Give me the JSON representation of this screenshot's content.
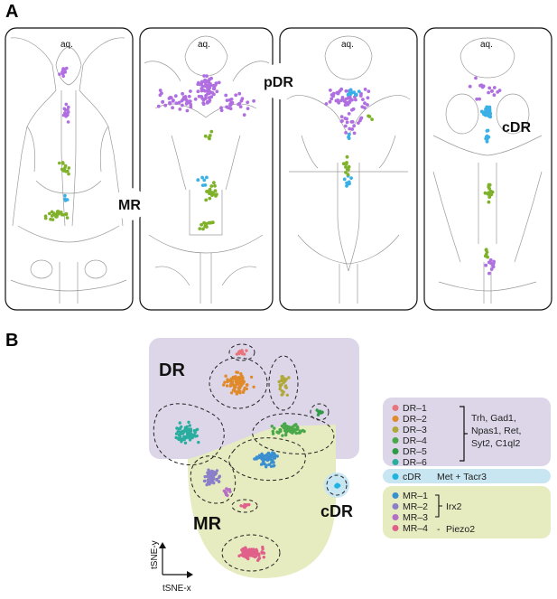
{
  "panels": {
    "a": "A",
    "b": "B"
  },
  "sections": [
    {
      "aq": "aq."
    },
    {
      "aq": "aq.",
      "region": "pDR"
    },
    {
      "aq": "aq."
    },
    {
      "aq": "aq.",
      "region": "cDR"
    }
  ],
  "mr_label": "MR",
  "tsne": {
    "dr_label": "DR",
    "mr_label": "MR",
    "cdr_label": "cDR",
    "x_axis": "tSNE-x",
    "y_axis": "tSNE-y"
  },
  "legend": {
    "dr_items": [
      {
        "label": "DR–1",
        "color": "#e8747c"
      },
      {
        "label": "DR–2",
        "color": "#e08a2a"
      },
      {
        "label": "DR–3",
        "color": "#b0a93a"
      },
      {
        "label": "DR–4",
        "color": "#4aa84a"
      },
      {
        "label": "DR–5",
        "color": "#2e9a46"
      },
      {
        "label": "DR–6",
        "color": "#29ad9f"
      }
    ],
    "dr_markers": [
      "Trh, Gad1,",
      "Npas1, Ret,",
      "Syt2, C1ql2"
    ],
    "cdr_item": {
      "label": "cDR",
      "color": "#1fb3e0",
      "markers": "Met + Tacr3"
    },
    "mr_items": [
      {
        "label": "MR–1",
        "color": "#3a8fd0"
      },
      {
        "label": "MR–2",
        "color": "#8a7fc8"
      },
      {
        "label": "MR–3",
        "color": "#b46fc4"
      },
      {
        "label": "MR–4",
        "color": "#e0608a"
      }
    ],
    "mr_markers": "Irx2",
    "mr4_dash": "-",
    "mr4_markers": "Piezo2"
  },
  "colors": {
    "purple_dot": "#b06fe0",
    "green_dot": "#7fb22a",
    "blue_dot": "#3ab0e6",
    "dr_bg": "#dcd6e8",
    "mr_bg": "#e6ebc0",
    "cdr_bg": "#c8e6f2"
  }
}
